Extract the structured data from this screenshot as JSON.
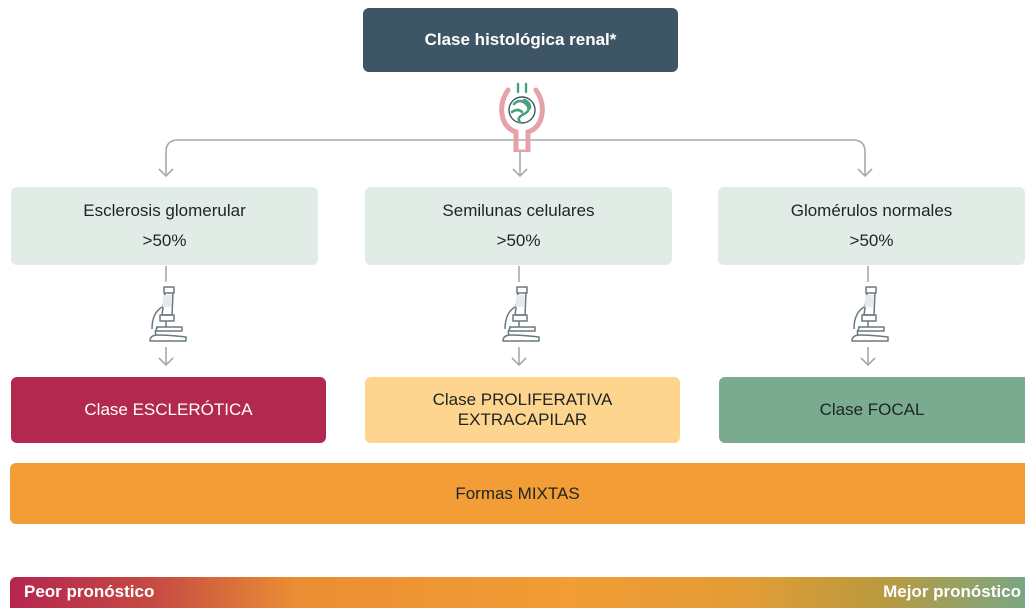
{
  "title": "Clase histológica renal*",
  "criteria": [
    {
      "line1": "Esclerosis glomerular",
      "line2": ">50%"
    },
    {
      "line1": "Semilunas celulares",
      "line2": ">50%"
    },
    {
      "line1": "Glomérulos normales",
      "line2": ">50%"
    }
  ],
  "classes": [
    {
      "line1": "Clase ESCLERÓTICA",
      "line2": "",
      "color": "#b3284f",
      "text_color": "#ffffff"
    },
    {
      "line1": "Clase PROLIFERATIVA",
      "line2": "EXTRACAPILAR",
      "color": "#fdd58e",
      "text_color": "#1d2426"
    },
    {
      "line1": "Clase FOCAL",
      "line2": "",
      "color": "#7aab8f",
      "text_color": "#1d2426"
    }
  ],
  "mixed": "Formas MIXTAS",
  "prognosis": {
    "left": "Peor pronóstico",
    "right": "Mejor pronóstico"
  },
  "icons": {
    "top": "glomerulus-icon",
    "step": "microscope-icon"
  }
}
